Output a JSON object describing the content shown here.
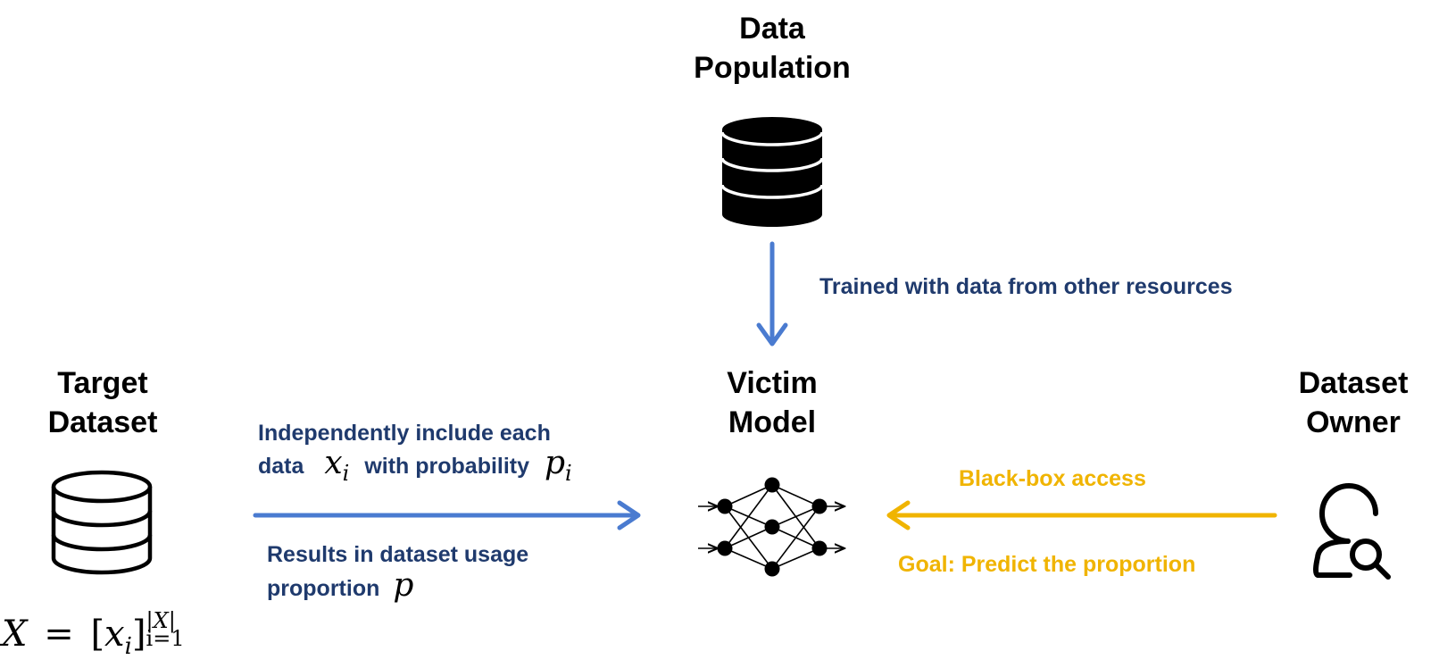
{
  "nodes": {
    "data_population": {
      "line1": "Data",
      "line2": "Population",
      "icon": "database-icon"
    },
    "target_dataset": {
      "line1": "Target",
      "line2": "Dataset",
      "icon": "database-outline-icon"
    },
    "victim_model": {
      "line1": "Victim",
      "line2": "Model",
      "icon": "neural-network-icon"
    },
    "dataset_owner": {
      "line1": "Dataset",
      "line2": "Owner",
      "icon": "user-search-icon"
    }
  },
  "edges": {
    "population_to_model": {
      "label": "Trained with data from other resources",
      "color": "#4a7bd0"
    },
    "dataset_to_model": {
      "line1": "Independently include each",
      "line2_prefix": "data",
      "var_x": "x",
      "sub_i": "i",
      "line2_middle": "with probability",
      "var_p": "p",
      "below1": "Results in dataset usage",
      "below2_prefix": "proportion",
      "var_p2": "p",
      "color": "#4a7bd0"
    },
    "owner_to_model": {
      "label_above": "Black-box access",
      "label_below": "Goal: Predict the proportion",
      "color": "#f0b400"
    }
  },
  "formula": {
    "lhs": "X",
    "eq": "=",
    "bracket_open": "[",
    "x": "x",
    "i": "i",
    "bracket_close": "]",
    "sup": "|X|",
    "sub": "i=1"
  }
}
